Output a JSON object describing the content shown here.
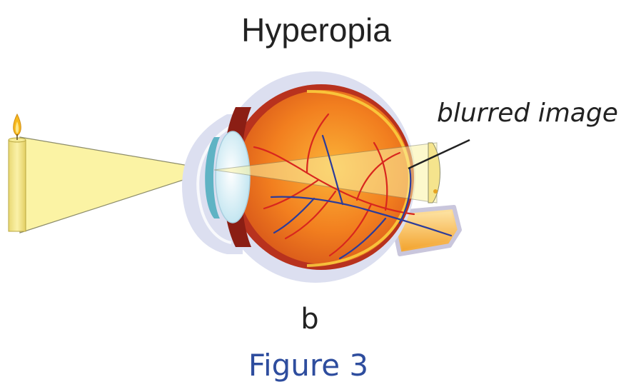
{
  "title": "Hyperopia",
  "annotation": "blurred image",
  "panel_label": "b",
  "figure_label": "Figure 3",
  "colors": {
    "light_cone": "#fbf3a4",
    "eyeball": "#f07a1e",
    "sclera": "#d9dcef",
    "lens": "#eaf6fb",
    "cornea": "#74c3d0",
    "optic_nerve": "#f7b64a",
    "vessel_red": "#d8261e",
    "vessel_blue": "#2c3c9a",
    "figure_label": "#2e4d9e"
  }
}
